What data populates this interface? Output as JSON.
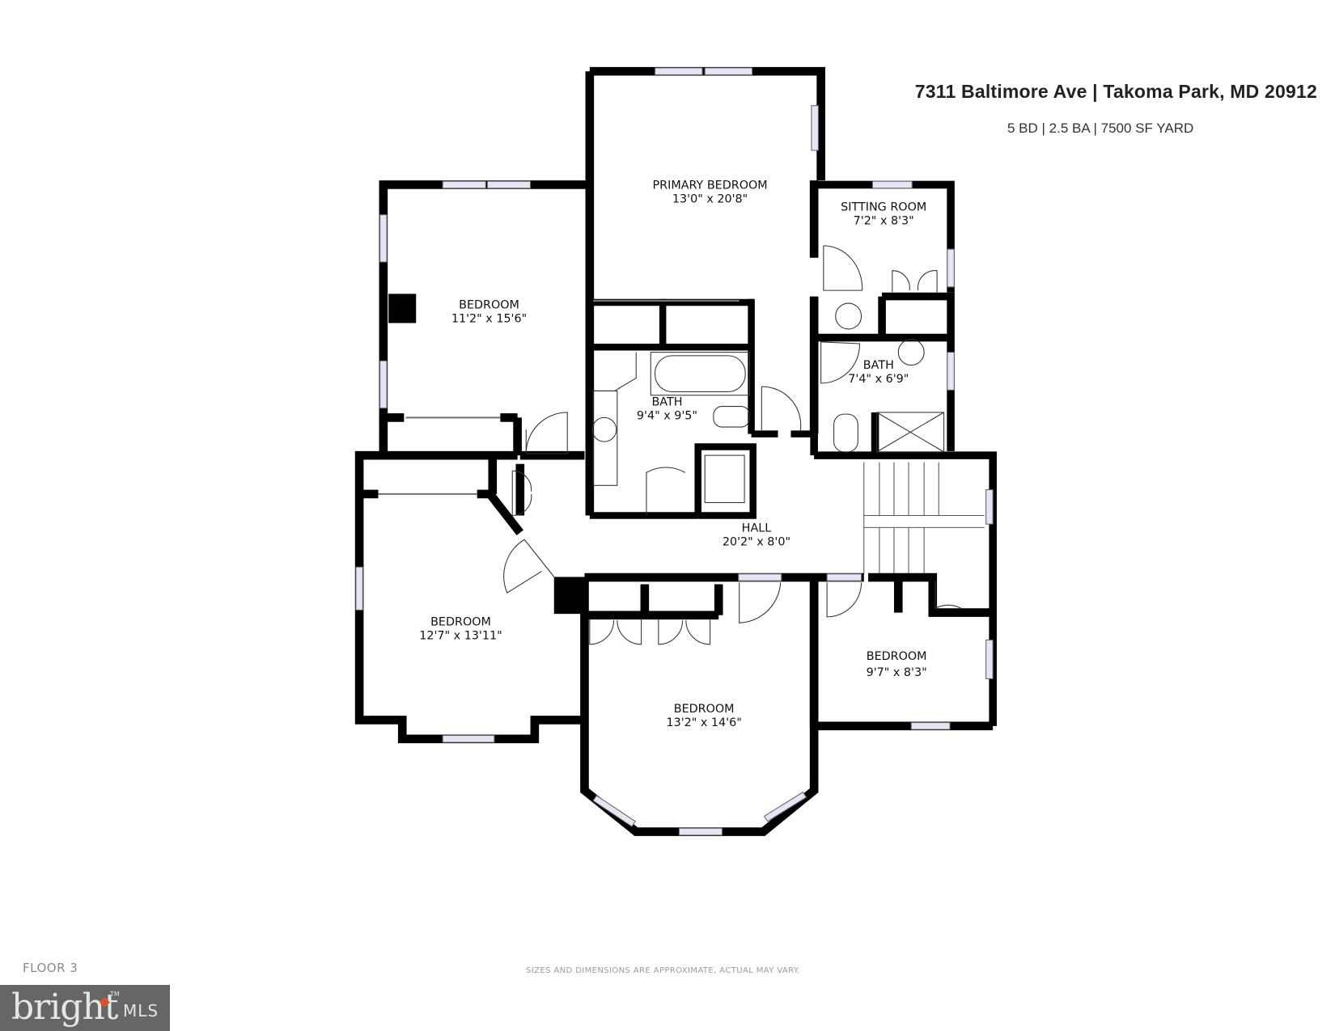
{
  "header": {
    "title": "7311 Baltimore Ave | Takoma Park, MD 20912",
    "subtitle": "5 BD | 2.5 BA | 7500 SF YARD"
  },
  "floor_label": "FLOOR 3",
  "disclaimer": "SIZES AND DIMENSIONS ARE APPROXIMATE, ACTUAL MAY VARY.",
  "logo": {
    "wordmark": "bright",
    "suffix": "MLS",
    "trademark": "TM",
    "accent_color": "#e0502a",
    "background": "#666666"
  },
  "colors": {
    "wall": "#000000",
    "window": "#e6e4f5",
    "text": "#111111"
  },
  "rooms": [
    {
      "name": "PRIMARY BEDROOM",
      "dims": "13'0\" x 20'8\""
    },
    {
      "name": "SITTING ROOM",
      "dims": "7'2\" x 8'3\""
    },
    {
      "name": "BEDROOM",
      "dims": "11'2\" x 15'6\""
    },
    {
      "name": "BATH",
      "dims": "9'4\" x 9'5\""
    },
    {
      "name": "BATH",
      "dims": "7'4\" x 6'9\""
    },
    {
      "name": "HALL",
      "dims": "20'2\" x 8'0\""
    },
    {
      "name": "BEDROOM",
      "dims": "12'7\" x 13'11\""
    },
    {
      "name": "BEDROOM",
      "dims": "13'2\" x 14'6\""
    },
    {
      "name": "BEDROOM",
      "dims": "9'7\" x 8'3\""
    }
  ]
}
